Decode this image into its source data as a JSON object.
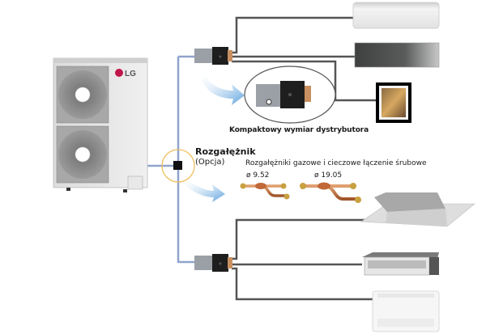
{
  "diagram": {
    "brand": "LG",
    "labels": {
      "compact_distributor": "Kompaktowy wymiar dystrybutora",
      "branch_title": "Rozgałężnik",
      "branch_option": "(Opcja)",
      "branch_description": "Rozgałężniki gazowe i cieczowe łączenie śrubowe",
      "diameter_small": "ø 9.52",
      "diameter_large": "ø 19.05"
    },
    "components": {
      "outdoor_unit": "outdoor-unit",
      "distributors": [
        "distributor-top",
        "distributor-bottom"
      ],
      "indoor_units": [
        "wall-mounted-white",
        "wall-mounted-dark",
        "art-cool-gallery",
        "ceiling-cassette",
        "ducted-unit",
        "floor-ceiling-convertible"
      ]
    },
    "colors": {
      "refrigerant_pipe": "#8fa3cc",
      "indoor_pipe": "#555555",
      "highlight_ring": "#f0c060",
      "arrow": "#6aa6dc"
    }
  }
}
